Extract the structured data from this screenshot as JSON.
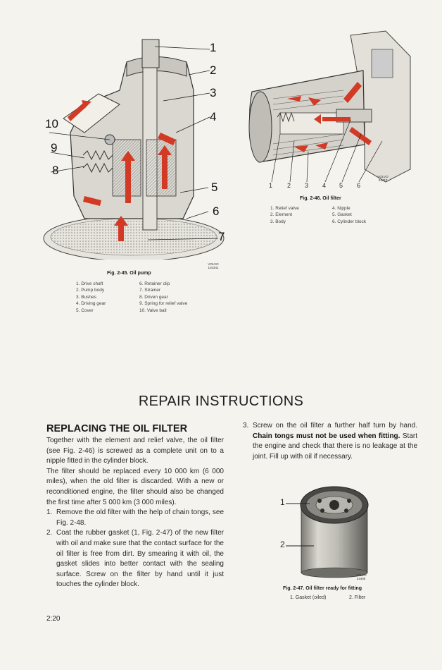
{
  "fig245": {
    "callouts": [
      "1",
      "2",
      "3",
      "4",
      "5",
      "6",
      "7",
      "8",
      "9",
      "10"
    ],
    "stamp_brand": "VOLVO",
    "stamp_code": "103341",
    "caption": "Fig. 2-45.   Oil pump",
    "legend_left": [
      "1. Drive shaft",
      "2. Pump body",
      "3. Bushes",
      "4. Driving gear",
      "5. Cover"
    ],
    "legend_right": [
      "6. Retainer clip",
      "7. Strainer",
      "8. Driven gear",
      "9. Spring for relief valve",
      "10. Valve ball"
    ]
  },
  "fig246": {
    "callouts": [
      "1",
      "2",
      "3",
      "4",
      "5",
      "6"
    ],
    "stamp_brand": "VOLVO",
    "stamp_code": "24417",
    "caption": "Fig. 2-46.   Oil filter",
    "legend_left": [
      "1. Relief valve",
      "2. Element",
      "3. Body"
    ],
    "legend_right": [
      "4. Nipple",
      "5. Gasket",
      "6. Cylinder block"
    ]
  },
  "section_title": "REPAIR INSTRUCTIONS",
  "subsection_title": "REPLACING THE OIL FILTER",
  "para1": "Together with the element and relief valve, the oil filter (see Fig. 2-46) is screwed as a complete unit on to a nipple fitted in the cylinder block.",
  "para2": "The filter should be replaced every 10 000 km (6 000 miles), when the old filter is discarded. With a new or reconditioned engine, the filter should also be changed the first time after 5 000 km (3 000 miles).",
  "steps": [
    {
      "num": "1.",
      "text": "Remove the old filter with the help of chain tongs, see Fig. 2-48."
    },
    {
      "num": "2.",
      "text": "Coat the rubber gasket (1, Fig. 2-47) of the new filter with oil and make sure that the contact surface for the oil filter is free from dirt. By smearing it with oil, the gasket slides into better contact with the sealing surface. Screw on the filter by hand until it just touches the cylinder block."
    }
  ],
  "step3": {
    "num": "3.",
    "text_a": "Screw on the oil filter a further half turn by hand. ",
    "text_bold": "Chain tongs must not be used when fitting.",
    "text_b": " Start the engine and check that there is no leakage at the joint. Fill up with oil if necessary."
  },
  "fig247": {
    "callouts": [
      "1",
      "2"
    ],
    "stamp_brand": "VOLVO",
    "stamp_code": "24495",
    "caption": "Fig. 2-47.   Oil filter ready for fitting",
    "legend": [
      "1. Gasket (oiled)",
      "2. Filter"
    ]
  },
  "page_number": "2:20"
}
